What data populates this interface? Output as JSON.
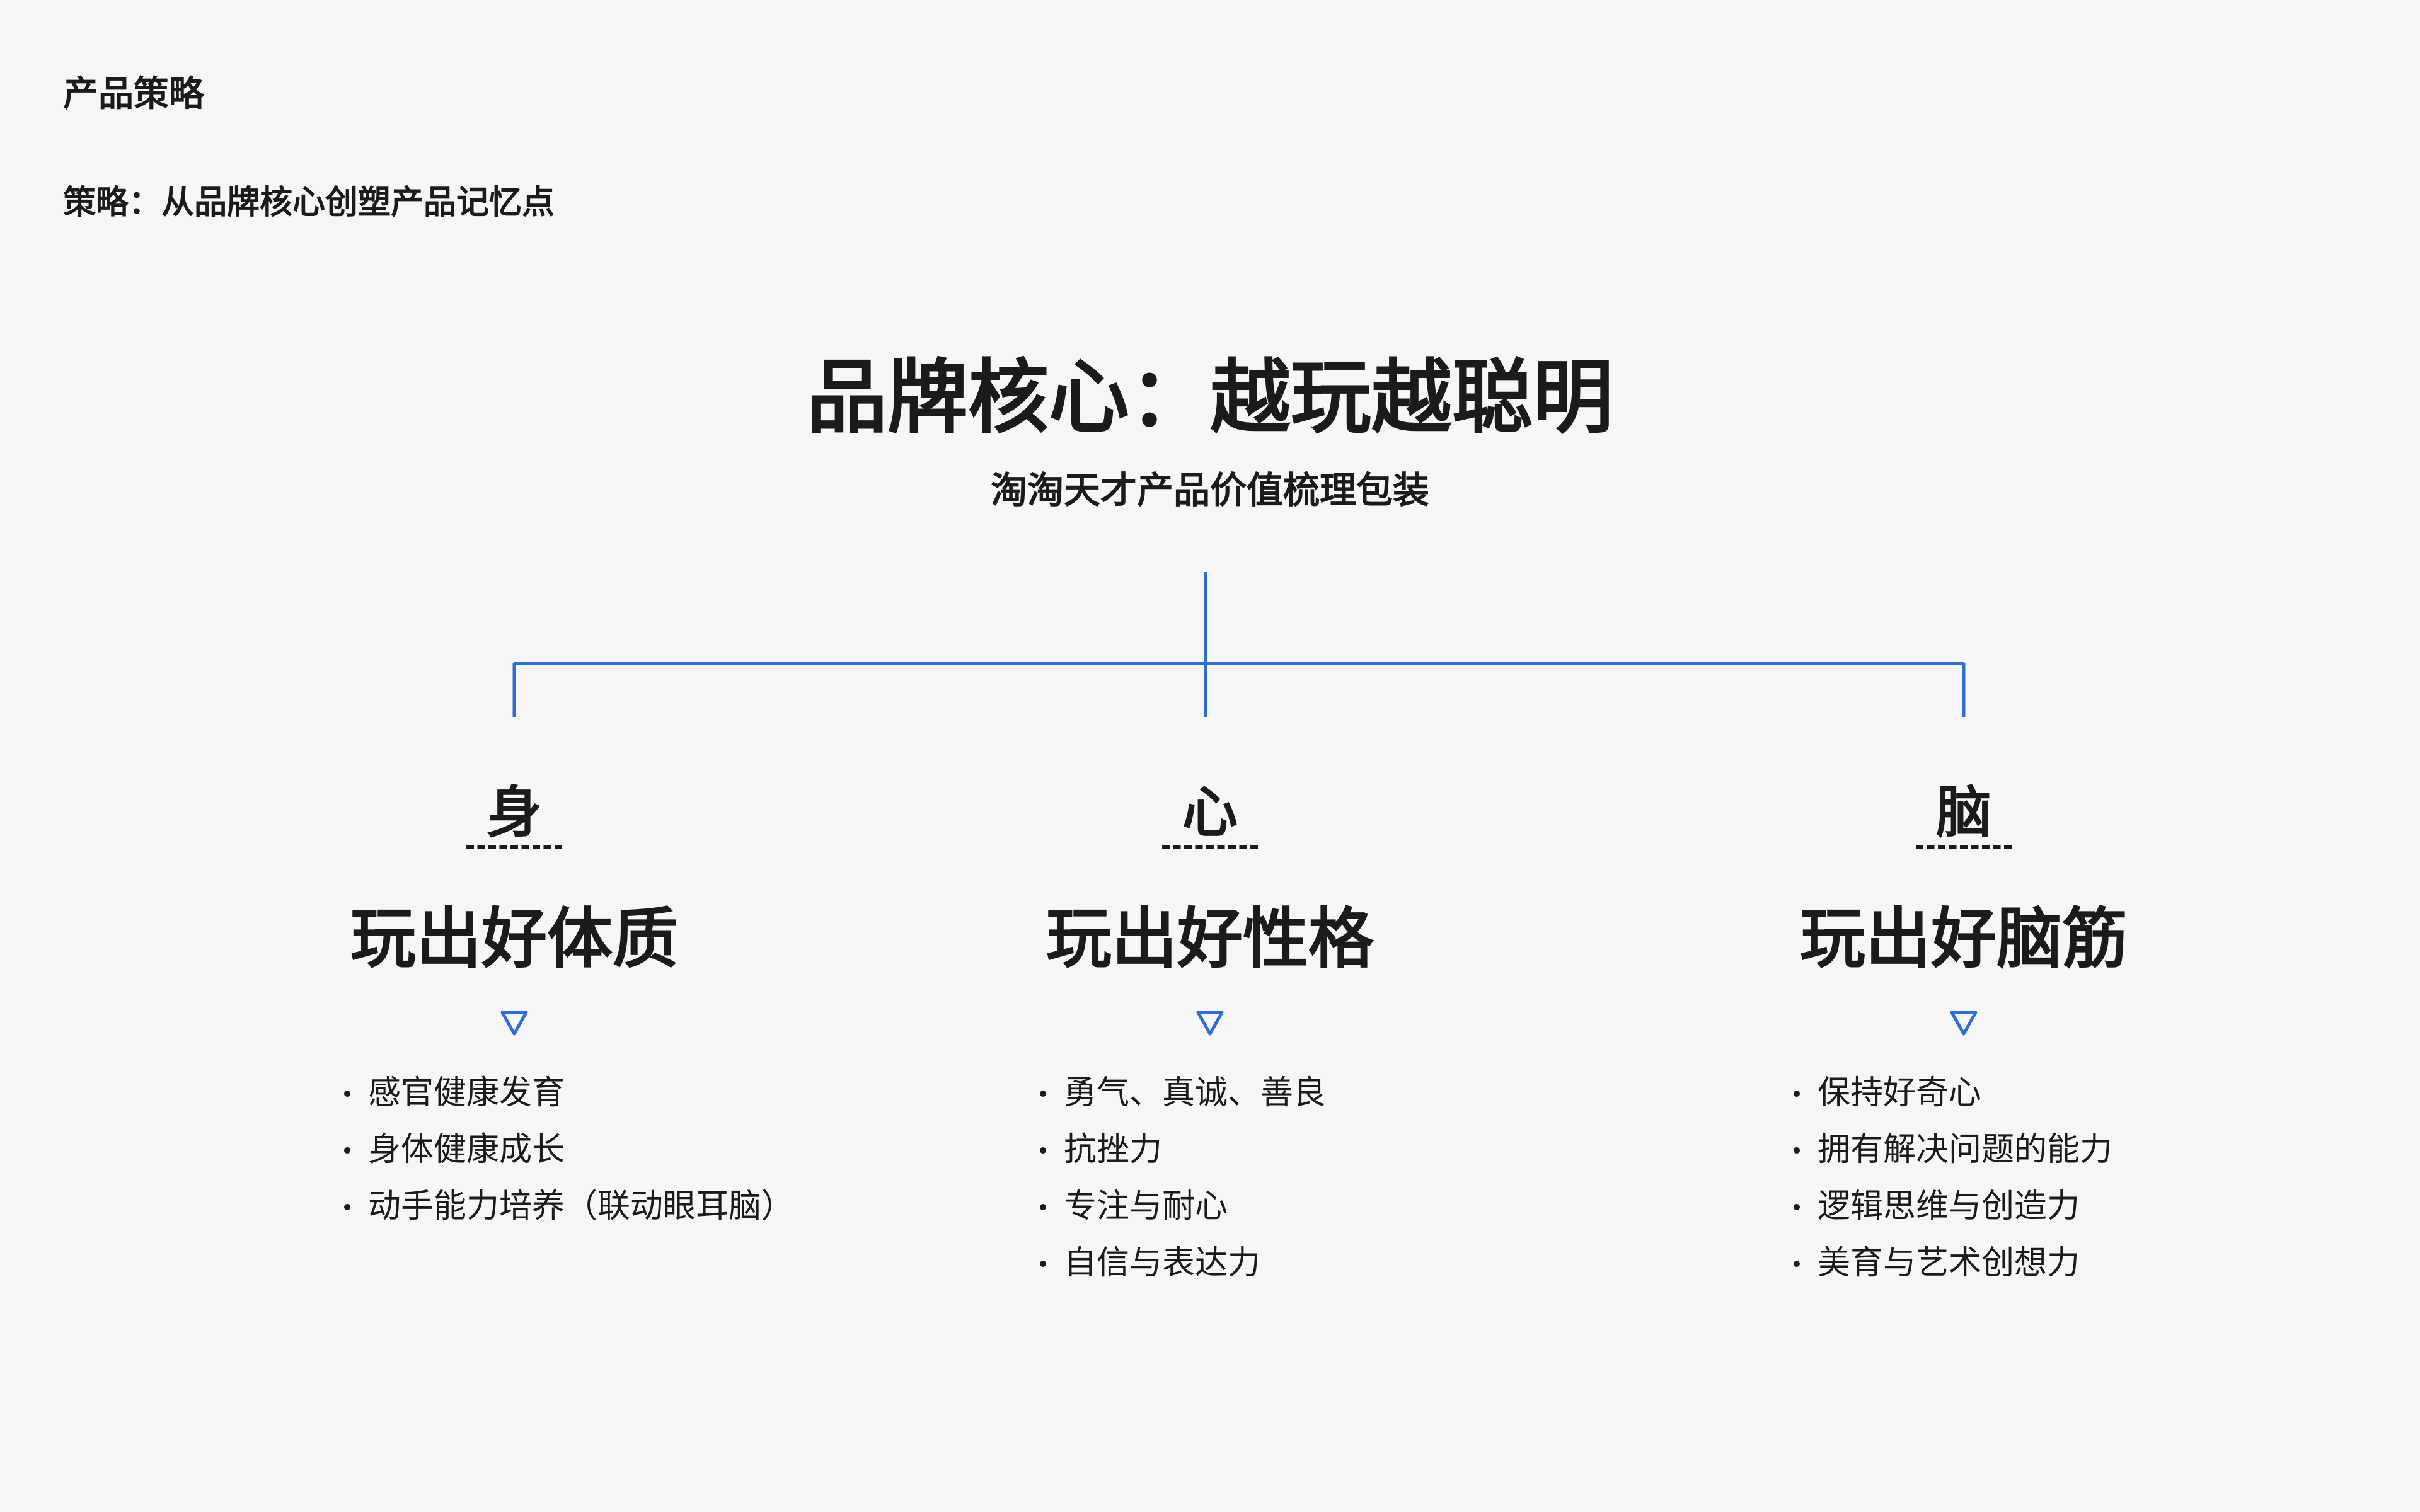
{
  "header": {
    "title": "产品策略",
    "strategy": "策略：从品牌核心创塑产品记忆点"
  },
  "brand": {
    "core": "品牌核心：越玩越聪明",
    "subtitle": "淘淘天才产品价值梳理包装"
  },
  "colors": {
    "accent": "#2f6fd0",
    "text": "#1b1b1b",
    "background": "#f6f6f6"
  },
  "pillars": [
    {
      "key": "身",
      "headline": "玩出好体质",
      "items": [
        "感官健康发育",
        "身体健康成长",
        "动手能力培养（联动眼耳脑）"
      ]
    },
    {
      "key": "心",
      "headline": "玩出好性格",
      "items": [
        "勇气、真诚、善良",
        "抗挫力",
        "专注与耐心",
        "自信与表达力"
      ]
    },
    {
      "key": "脑",
      "headline": "玩出好脑筋",
      "items": [
        "保持好奇心",
        "拥有解决问题的能力",
        "逻辑思维与创造力",
        "美育与艺术创想力"
      ]
    }
  ]
}
